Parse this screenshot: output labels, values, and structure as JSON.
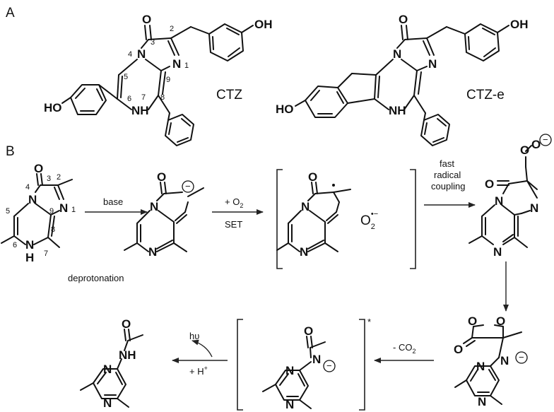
{
  "panels": {
    "a": "A",
    "b": "B"
  },
  "molecules": {
    "ctz": "CTZ",
    "ctze": "CTZ-e"
  },
  "atoms": {
    "O": "O",
    "N": "N",
    "H": "H",
    "NH": "NH",
    "HO": "HO",
    "OH": "OH"
  },
  "numbers": [
    "1",
    "2",
    "3",
    "4",
    "5",
    "6",
    "7",
    "8",
    "9"
  ],
  "reaction": {
    "base": "base",
    "deprotonation": "deprotonation",
    "o2_plus": "+ O",
    "o2_sub": "2",
    "set": "SET",
    "superoxide": "O",
    "superoxide_sub": "2",
    "superoxide_sup": "•−",
    "fast": "fast",
    "radical": "radical",
    "coupling": "coupling",
    "co2_minus": "- CO",
    "co2_sub": "2",
    "hv": "hυ",
    "h_plus": "+ H",
    "h_sup": "+",
    "excited": "*",
    "minus": "−"
  }
}
